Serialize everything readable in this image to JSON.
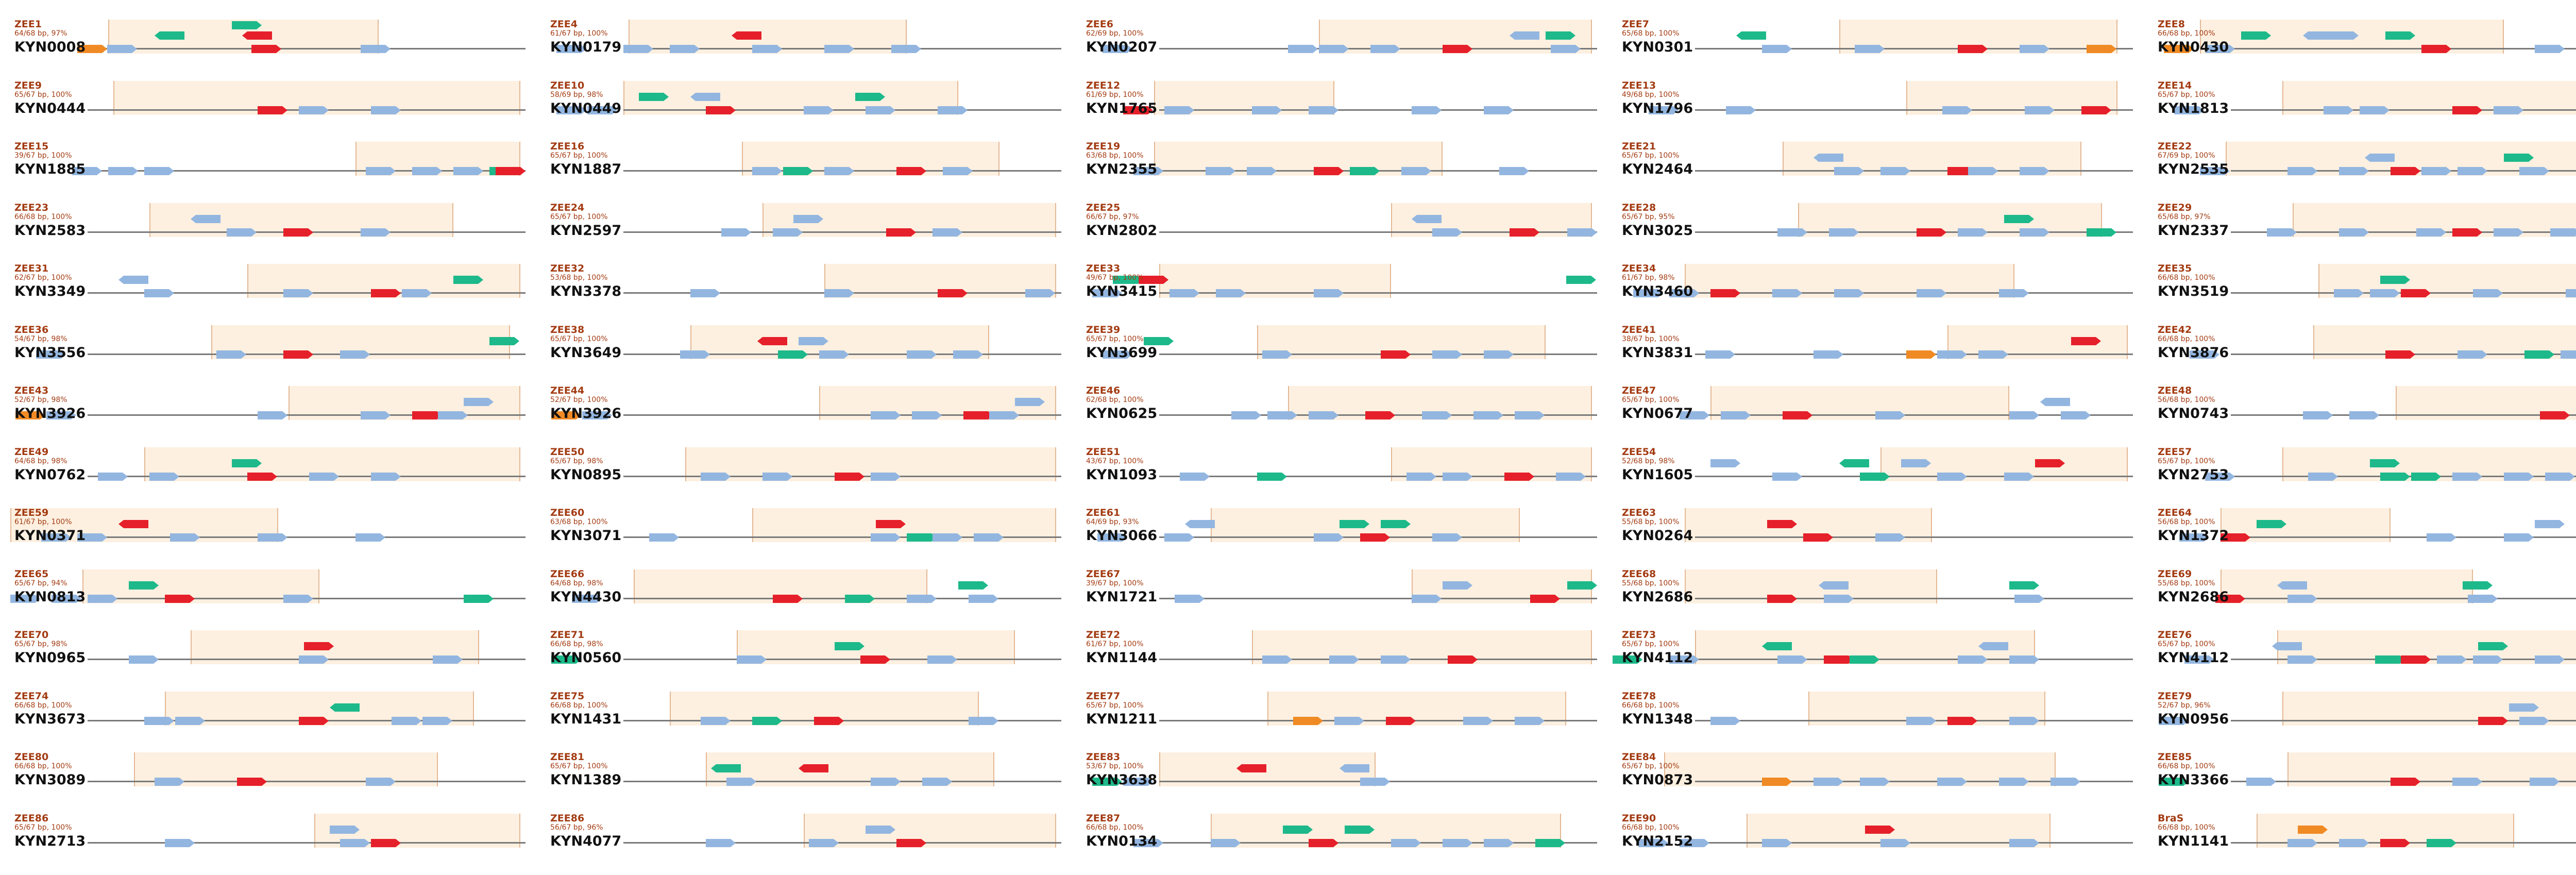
{
  "colors": {
    "blue": "#93b6e0",
    "red": "#e5202a",
    "green": "#1db98a",
    "orange": "#f08a24",
    "region_fill": "#fdf0e0",
    "region_edge": "#e4b894",
    "backbone": "#7a7a7a",
    "zee_text": "#a33b12",
    "kyn_text": "#111111"
  },
  "panels": [
    {
      "zee": "ZEE1",
      "sub": "64/68 bp, 97%",
      "kyn": "KYN0008"
    },
    {
      "zee": "ZEE4",
      "sub": "61/67 bp, 100%",
      "kyn": "KYN0179"
    },
    {
      "zee": "ZEE6",
      "sub": "62/69 bp, 100%",
      "kyn": "KYN0207"
    },
    {
      "zee": "ZEE7",
      "sub": "65/68 bp, 100%",
      "kyn": "KYN0301"
    },
    {
      "zee": "ZEE8",
      "sub": "66/68 bp, 100%",
      "kyn": "KYN0430"
    },
    {
      "zee": "ZEE9",
      "sub": "65/67 bp, 100%",
      "kyn": "KYN0444"
    },
    {
      "zee": "ZEE10",
      "sub": "58/69 bp, 98%",
      "kyn": "KYN0449"
    },
    {
      "zee": "ZEE12",
      "sub": "61/69 bp, 100%",
      "kyn": "KYN1765"
    },
    {
      "zee": "ZEE13",
      "sub": "49/68 bp, 100%",
      "kyn": "KYN1796"
    },
    {
      "zee": "ZEE14",
      "sub": "65/67 bp, 100%",
      "kyn": "KYN1813"
    },
    {
      "zee": "ZEE15",
      "sub": "39/67 bp, 100%",
      "kyn": "KYN1885"
    },
    {
      "zee": "ZEE16",
      "sub": "65/67 bp, 100%",
      "kyn": "KYN1887"
    },
    {
      "zee": "ZEE19",
      "sub": "63/68 bp, 100%",
      "kyn": "KYN2355"
    },
    {
      "zee": "ZEE21",
      "sub": "65/67 bp, 100%",
      "kyn": "KYN2464"
    },
    {
      "zee": "ZEE22",
      "sub": "67/69 bp, 100%",
      "kyn": "KYN2535"
    },
    {
      "zee": "ZEE23",
      "sub": "66/68 bp, 100%",
      "kyn": "KYN2583"
    },
    {
      "zee": "ZEE24",
      "sub": "65/67 bp, 100%",
      "kyn": "KYN2597"
    },
    {
      "zee": "ZEE25",
      "sub": "66/67 bp, 97%",
      "kyn": "KYN2802"
    },
    {
      "zee": "ZEE28",
      "sub": "65/67 bp, 95%",
      "kyn": "KYN3025"
    },
    {
      "zee": "ZEE29",
      "sub": "65/68 bp, 97%",
      "kyn": "KYN2337"
    },
    {
      "zee": "ZEE31",
      "sub": "62/67 bp, 100%",
      "kyn": "KYN3349"
    },
    {
      "zee": "ZEE32",
      "sub": "53/68 bp, 100%",
      "kyn": "KYN3378"
    },
    {
      "zee": "ZEE33",
      "sub": "49/67 bp, 100%",
      "kyn": "KYN3415"
    },
    {
      "zee": "ZEE34",
      "sub": "61/67 bp, 98%",
      "kyn": "KYN3460"
    },
    {
      "zee": "ZEE35",
      "sub": "66/68 bp, 100%",
      "kyn": "KYN3519"
    },
    {
      "zee": "ZEE36",
      "sub": "54/67 bp, 98%",
      "kyn": "KYN3556"
    },
    {
      "zee": "ZEE38",
      "sub": "65/67 bp, 100%",
      "kyn": "KYN3649"
    },
    {
      "zee": "ZEE39",
      "sub": "65/67 bp, 100%",
      "kyn": "KYN3699"
    },
    {
      "zee": "ZEE41",
      "sub": "38/67 bp, 100%",
      "kyn": "KYN3831"
    },
    {
      "zee": "ZEE42",
      "sub": "66/68 bp, 100%",
      "kyn": "KYN3876"
    },
    {
      "zee": "ZEE43",
      "sub": "52/67 bp, 98%",
      "kyn": "KYN3926"
    },
    {
      "zee": "ZEE44",
      "sub": "52/67 bp, 100%",
      "kyn": "KYN3926"
    },
    {
      "zee": "ZEE46",
      "sub": "62/68 bp, 100%",
      "kyn": "KYN0625"
    },
    {
      "zee": "ZEE47",
      "sub": "65/67 bp, 100%",
      "kyn": "KYN0677"
    },
    {
      "zee": "ZEE48",
      "sub": "56/68 bp, 100%",
      "kyn": "KYN0743"
    },
    {
      "zee": "ZEE49",
      "sub": "64/68 bp, 98%",
      "kyn": "KYN0762"
    },
    {
      "zee": "ZEE50",
      "sub": "65/67 bp, 98%",
      "kyn": "KYN0895"
    },
    {
      "zee": "ZEE51",
      "sub": "43/67 bp, 100%",
      "kyn": "KYN1093"
    },
    {
      "zee": "ZEE54",
      "sub": "52/68 bp, 98%",
      "kyn": "KYN1605"
    },
    {
      "zee": "ZEE57",
      "sub": "65/67 bp, 100%",
      "kyn": "KYN2753"
    },
    {
      "zee": "ZEE59",
      "sub": "61/67 bp, 100%",
      "kyn": "KYN0371"
    },
    {
      "zee": "ZEE60",
      "sub": "63/68 bp, 100%",
      "kyn": "KYN3071"
    },
    {
      "zee": "ZEE61",
      "sub": "64/69 bp, 93%",
      "kyn": "KYN3066"
    },
    {
      "zee": "ZEE63",
      "sub": "55/68 bp, 100%",
      "kyn": "KYN0264"
    },
    {
      "zee": "ZEE64",
      "sub": "56/68 bp, 100%",
      "kyn": "KYN1372"
    },
    {
      "zee": "ZEE65",
      "sub": "65/67 bp, 94%",
      "kyn": "KYN0813"
    },
    {
      "zee": "ZEE66",
      "sub": "64/68 bp, 98%",
      "kyn": "KYN4430"
    },
    {
      "zee": "ZEE67",
      "sub": "39/67 bp, 100%",
      "kyn": "KYN1721"
    },
    {
      "zee": "ZEE68",
      "sub": "55/68 bp, 100%",
      "kyn": "KYN2686"
    },
    {
      "zee": "ZEE69",
      "sub": "55/68 bp, 100%",
      "kyn": "KYN2686"
    },
    {
      "zee": "ZEE70",
      "sub": "65/67 bp, 98%",
      "kyn": "KYN0965"
    },
    {
      "zee": "ZEE71",
      "sub": "66/68 bp, 98%",
      "kyn": "KYN0560"
    },
    {
      "zee": "ZEE72",
      "sub": "61/67 bp, 100%",
      "kyn": "KYN1144"
    },
    {
      "zee": "ZEE73",
      "sub": "65/67 bp, 100%",
      "kyn": "KYN4112"
    },
    {
      "zee": "ZEE76",
      "sub": "65/67 bp, 100%",
      "kyn": "KYN4112"
    },
    {
      "zee": "ZEE74",
      "sub": "66/68 bp, 100%",
      "kyn": "KYN3673"
    },
    {
      "zee": "ZEE75",
      "sub": "66/68 bp, 100%",
      "kyn": "KYN1431"
    },
    {
      "zee": "ZEE77",
      "sub": "65/67 bp, 100%",
      "kyn": "KYN1211"
    },
    {
      "zee": "ZEE78",
      "sub": "66/68 bp, 100%",
      "kyn": "KYN1348"
    },
    {
      "zee": "ZEE79",
      "sub": "52/67 bp, 96%",
      "kyn": "KYN0956"
    },
    {
      "zee": "ZEE80",
      "sub": "66/68 bp, 100%",
      "kyn": "KYN3089"
    },
    {
      "zee": "ZEE81",
      "sub": "65/67 bp, 100%",
      "kyn": "KYN1389"
    },
    {
      "zee": "ZEE83",
      "sub": "53/67 bp, 100%",
      "kyn": "KYN3638"
    },
    {
      "zee": "ZEE84",
      "sub": "65/67 bp, 100%",
      "kyn": "KYN0873"
    },
    {
      "zee": "ZEE85",
      "sub": "66/68 bp, 100%",
      "kyn": "KYN3366"
    },
    {
      "zee": "ZEE86",
      "sub": "65/67 bp, 100%",
      "kyn": "KYN2713"
    },
    {
      "zee": "ZEE86",
      "sub": "56/67 bp, 96%",
      "kyn": "KYN4077"
    },
    {
      "zee": "ZEE87",
      "sub": "66/68 bp, 100%",
      "kyn": "KYN0134"
    },
    {
      "zee": "ZEE90",
      "sub": "66/68 bp, 100%",
      "kyn": "KYN2152"
    },
    {
      "zee": "BraS",
      "sub": "66/68 bp, 100%",
      "kyn": "KYN1141"
    }
  ]
}
